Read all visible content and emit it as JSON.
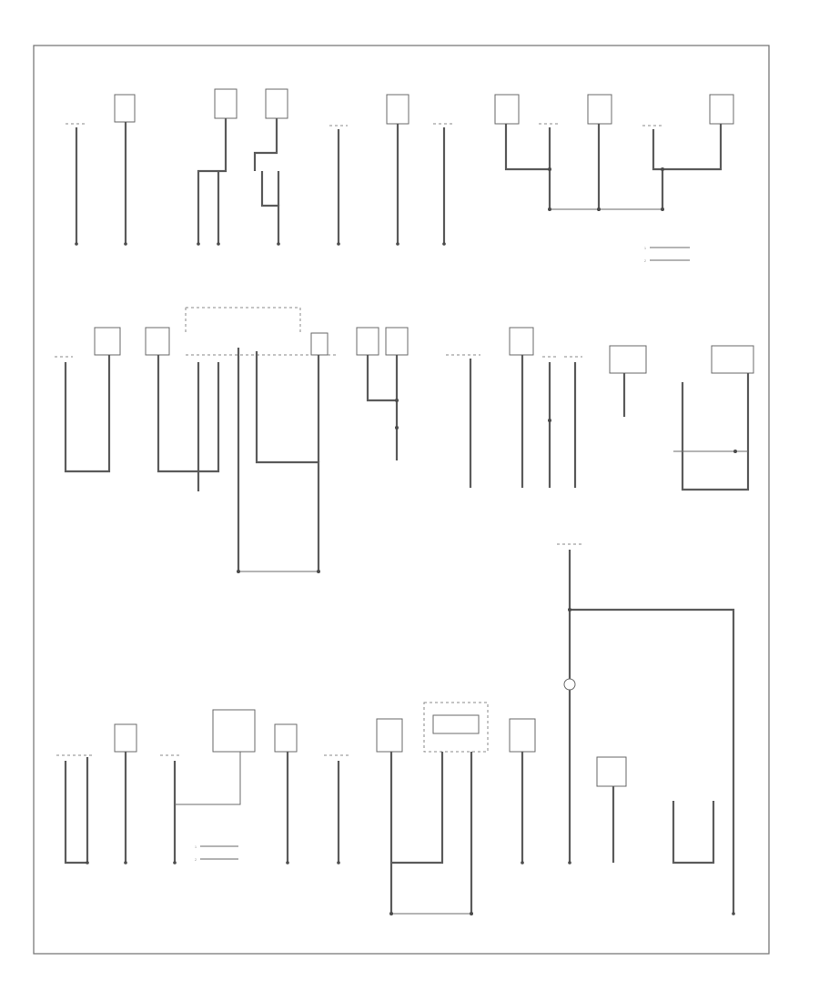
{
  "diagram": {
    "legend_top": [
      {
        "num": "1",
        "text": ""
      },
      {
        "num": "2",
        "text": ""
      }
    ],
    "legend_bottom": [
      {
        "num": "1",
        "text": ""
      },
      {
        "num": "2",
        "text": ""
      }
    ],
    "footer_code": "",
    "corner_ref": ""
  },
  "colors": {
    "wire": "#5a5a5a",
    "frame": "#6f6f6f",
    "background": "#ffffff"
  }
}
